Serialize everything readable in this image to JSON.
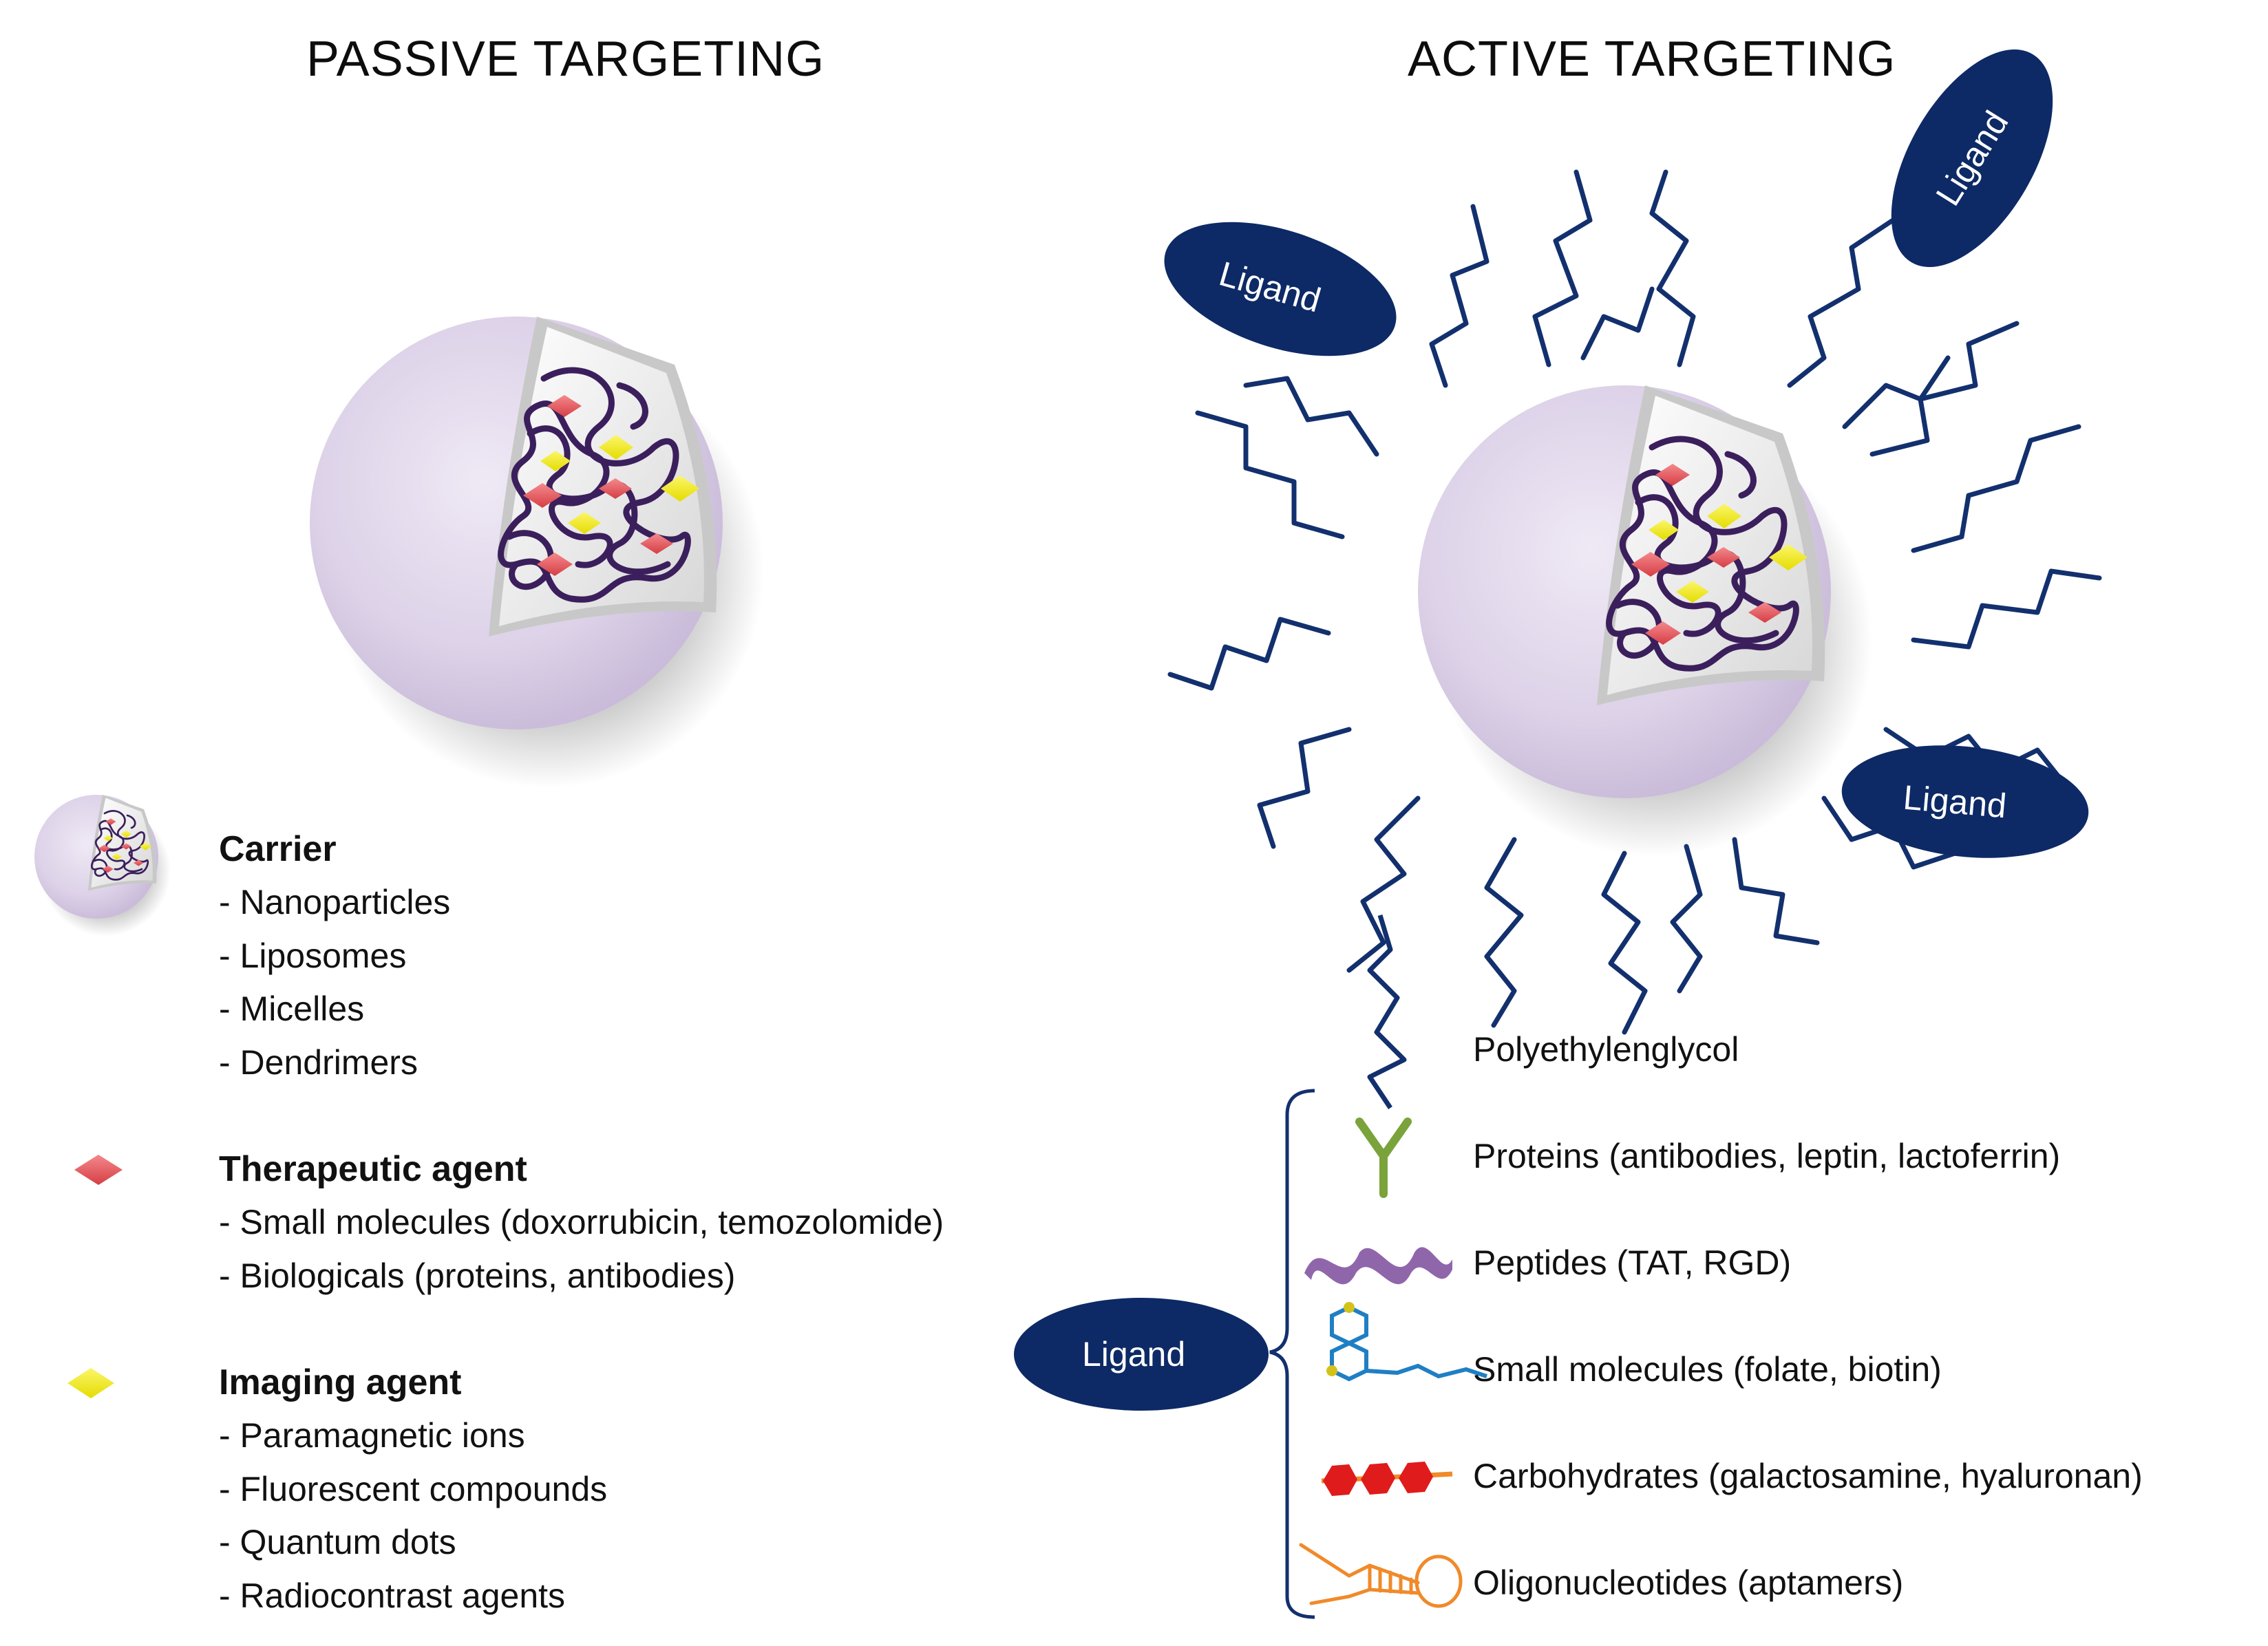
{
  "titles": {
    "passive": "PASSIVE TARGETING",
    "active": "ACTIVE TARGETING"
  },
  "ligand_label": "Ligand",
  "legend": {
    "carrier": {
      "title": "Carrier",
      "items": [
        "- Nanoparticles",
        "- Liposomes",
        "- Micelles",
        "- Dendrimers"
      ]
    },
    "therapeutic": {
      "title": "Therapeutic agent",
      "items": [
        "- Small molecules (doxorrubicin, temozolomide)",
        "- Biologicals (proteins, antibodies)"
      ]
    },
    "imaging": {
      "title": "Imaging agent",
      "items": [
        "- Paramagnetic ions",
        "- Fluorescent compounds",
        "- Quantum dots",
        "- Radiocontrast agents"
      ]
    }
  },
  "right_legend": {
    "peg": "Polyethylenglycol",
    "ligand_types": [
      {
        "icon": "antibody-icon",
        "label": "Proteins (antibodies, leptin, lactoferrin)"
      },
      {
        "icon": "helix-peptide-icon",
        "label": "Peptides (TAT, RGD)"
      },
      {
        "icon": "small-molecule-icon",
        "label": "Small molecules (folate, biotin)"
      },
      {
        "icon": "carbohydrate-icon",
        "label": "Carbohydrates (galactosamine, hyaluronan)"
      },
      {
        "icon": "aptamer-icon",
        "label": "Oligonucleotides (aptamers)"
      }
    ]
  },
  "colors": {
    "ligand_fill": "#0d2a66",
    "peg_line": "#13306e",
    "sphere": "#d9cfe6",
    "polymer": "#3b1f5c",
    "therapeutic": "#e8555b",
    "imaging": "#f2ec16",
    "antibody": "#7aa33b",
    "peptide": "#8a5ea6",
    "small_molecule": "#1f7fc4",
    "carbohydrate": "#e01b1b",
    "aptamer": "#f08a2a"
  }
}
